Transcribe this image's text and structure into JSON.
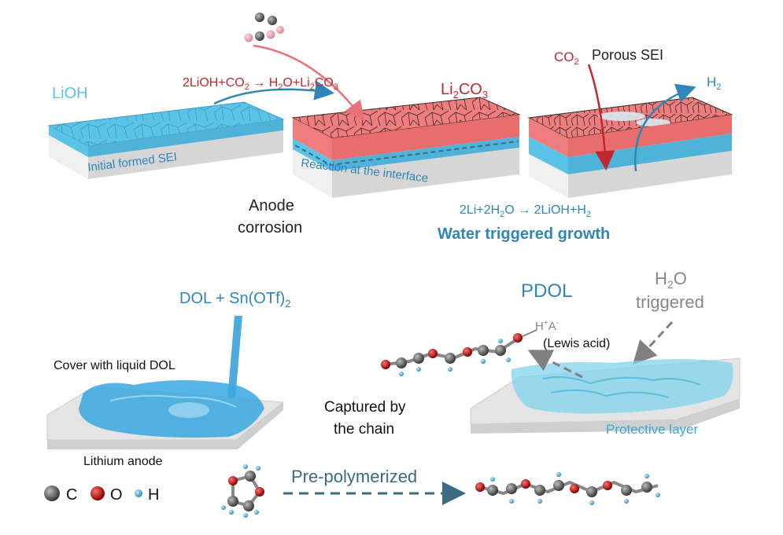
{
  "top": {
    "lioh": "LiOH",
    "initial_sei": "Initial formed SEI",
    "reaction_eq": {
      "a": "2LiOH+CO",
      "b": "2",
      "c": " → H",
      "d": "2",
      "e": "O+Li",
      "f": "2",
      "g": "CO",
      "h": "3"
    },
    "li2co3": {
      "a": "Li",
      "b": "2",
      "c": "CO",
      "d": "3"
    },
    "reaction_interface": "Reaction at the interface",
    "anode_corrosion_1": "Anode",
    "anode_corrosion_2": "corrosion",
    "co2": {
      "a": "CO",
      "b": "2"
    },
    "porous_sei": "Porous SEI",
    "h2": {
      "a": "H",
      "b": "2"
    },
    "water_eq": {
      "a": "2Li+2H",
      "b": "2",
      "c": "O → 2LiOH+H",
      "d": "2"
    },
    "water_growth": "Water triggered growth"
  },
  "bottom": {
    "dol_sn": {
      "a": "DOL + Sn(OTf)",
      "b": "2"
    },
    "cover_dol": "Cover with liquid DOL",
    "lithium_anode": "Lithium anode",
    "legend": {
      "c": "C",
      "o": "O",
      "h": "H"
    },
    "captured_1": "Captured by",
    "captured_2": "the chain",
    "pre_polymerized": "Pre-polymerized",
    "pdol": "PDOL",
    "h2o_triggered": {
      "a": "H",
      "b": "2",
      "c": "O",
      "d": "triggered"
    },
    "ha": {
      "a": "H",
      "b": "+",
      "c": "A",
      "d": "-"
    },
    "lewis_acid": "(Lewis acid)",
    "protective_layer": "Protective layer"
  },
  "colors": {
    "lioh_blue": "#5bc3e8",
    "li2co3_red": "#f07d7d",
    "slab_gray": "#dcdcdc",
    "title_blue": "#2f86b8",
    "red_text": "#c0282d",
    "dark_text": "#222222",
    "gray_text": "#888888"
  }
}
